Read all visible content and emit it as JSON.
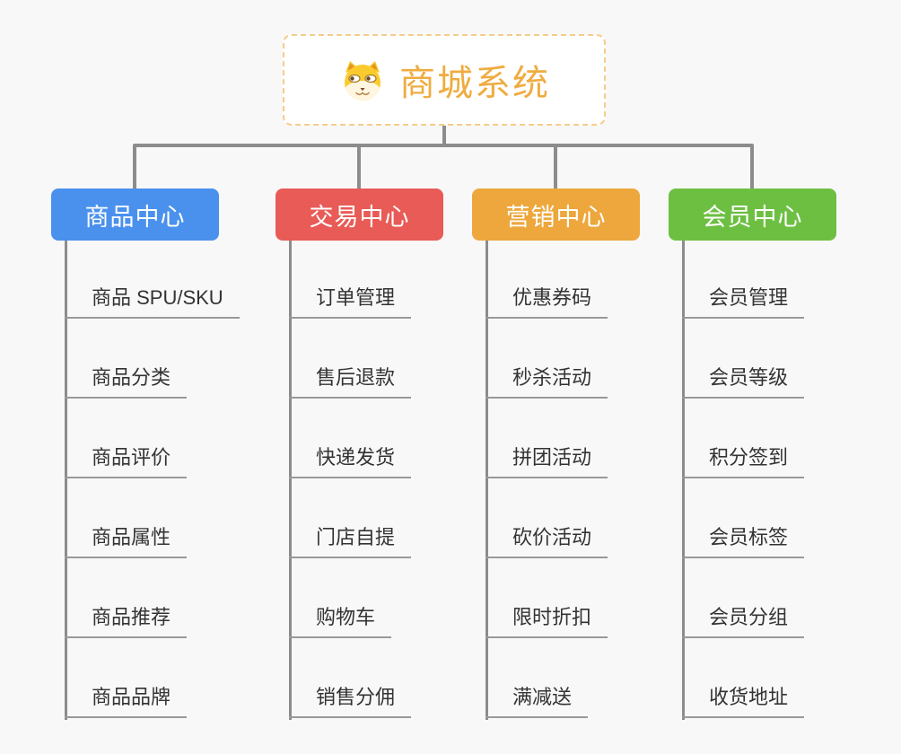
{
  "root": {
    "title": "商城系统",
    "icon": "dog-icon"
  },
  "branches": [
    {
      "label": "商品中心",
      "color": "#4A91ED",
      "items": [
        "商品 SPU/SKU",
        "商品分类",
        "商品评价",
        "商品属性",
        "商品推荐",
        "商品品牌"
      ]
    },
    {
      "label": "交易中心",
      "color": "#E85B56",
      "items": [
        "订单管理",
        "售后退款",
        "快递发货",
        "门店自提",
        "购物车",
        "销售分佣"
      ]
    },
    {
      "label": "营销中心",
      "color": "#EDA73C",
      "items": [
        "优惠券码",
        "秒杀活动",
        "拼团活动",
        "砍价活动",
        "限时折扣",
        "满减送"
      ]
    },
    {
      "label": "会员中心",
      "color": "#6DBF42",
      "items": [
        "会员管理",
        "会员等级",
        "积分签到",
        "会员标签",
        "会员分组",
        "收货地址"
      ]
    }
  ],
  "colors": {
    "background": "#F8F8F8",
    "connector": "#8C8C8C",
    "underline": "#999999",
    "leaf_text": "#333333",
    "root_text": "#EFAC40",
    "root_border": "#F6CC8B"
  }
}
